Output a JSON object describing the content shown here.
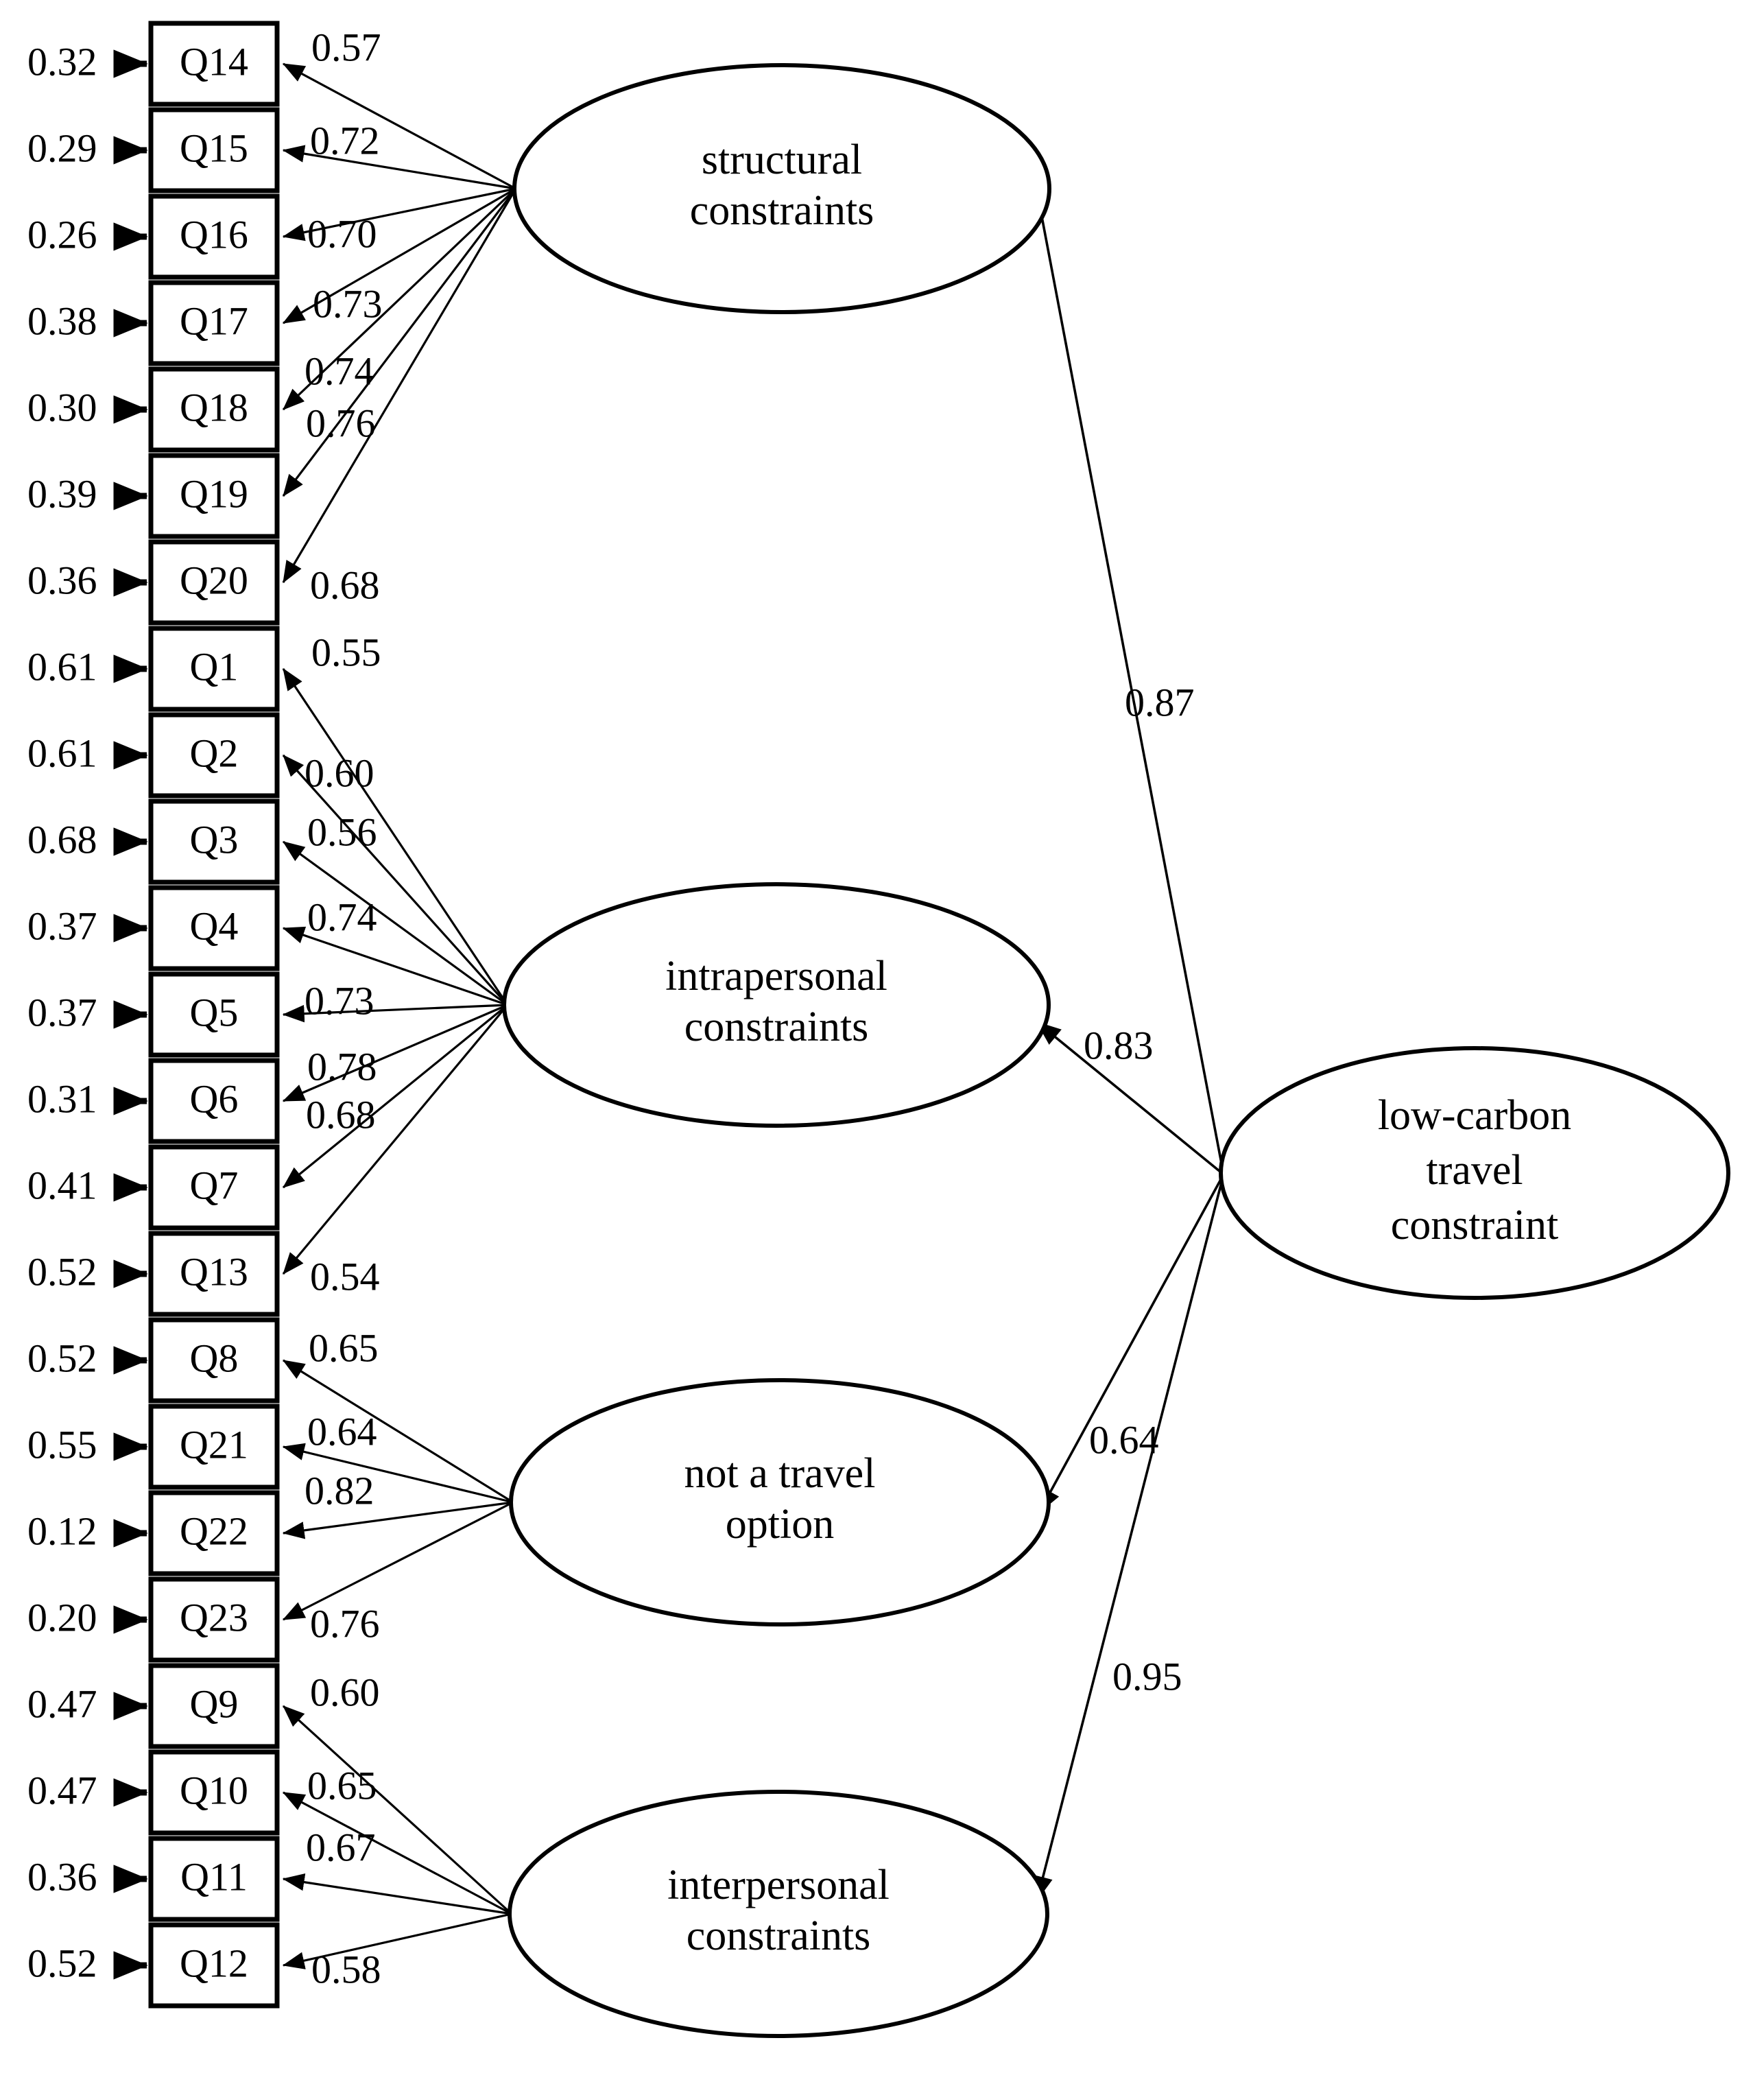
{
  "diagram": {
    "title": "Second-order confirmatory factor model of low-carbon travel constraints",
    "type": "sem-path-diagram",
    "line_color": "#000000",
    "shape_fill": "#ffffff"
  },
  "indicators": [
    {
      "id": "Q14",
      "error": "0.32",
      "loading": "0.57",
      "factor": "structural"
    },
    {
      "id": "Q15",
      "error": "0.29",
      "loading": "0.72",
      "factor": "structural"
    },
    {
      "id": "Q16",
      "error": "0.26",
      "loading": "0.70",
      "factor": "structural"
    },
    {
      "id": "Q17",
      "error": "0.38",
      "loading": "0.73",
      "factor": "structural"
    },
    {
      "id": "Q18",
      "error": "0.30",
      "loading": "0.74",
      "factor": "structural"
    },
    {
      "id": "Q19",
      "error": "0.39",
      "loading": "0.76",
      "factor": "structural"
    },
    {
      "id": "Q20",
      "error": "0.36",
      "loading": "0.68",
      "factor": "structural"
    },
    {
      "id": "Q1",
      "error": "0.61",
      "loading": "0.55",
      "factor": "intrapersonal"
    },
    {
      "id": "Q2",
      "error": "0.61",
      "loading": "0.60",
      "factor": "intrapersonal"
    },
    {
      "id": "Q3",
      "error": "0.68",
      "loading": "0.56",
      "factor": "intrapersonal"
    },
    {
      "id": "Q4",
      "error": "0.37",
      "loading": "0.74",
      "factor": "intrapersonal"
    },
    {
      "id": "Q5",
      "error": "0.37",
      "loading": "0.73",
      "factor": "intrapersonal"
    },
    {
      "id": "Q6",
      "error": "0.31",
      "loading": "0.78",
      "factor": "intrapersonal"
    },
    {
      "id": "Q7",
      "error": "0.41",
      "loading": "0.68",
      "factor": "intrapersonal"
    },
    {
      "id": "Q13",
      "error": "0.52",
      "loading": "0.54",
      "factor": "intrapersonal"
    },
    {
      "id": "Q8",
      "error": "0.52",
      "loading": "0.65",
      "factor": "not_a_travel_option"
    },
    {
      "id": "Q21",
      "error": "0.55",
      "loading": "0.64",
      "factor": "not_a_travel_option"
    },
    {
      "id": "Q22",
      "error": "0.12",
      "loading": "0.82",
      "factor": "not_a_travel_option"
    },
    {
      "id": "Q23",
      "error": "0.20",
      "loading": "0.76",
      "factor": "not_a_travel_option"
    },
    {
      "id": "Q9",
      "error": "0.47",
      "loading": "0.60",
      "factor": "interpersonal"
    },
    {
      "id": "Q10",
      "error": "0.47",
      "loading": "0.65",
      "factor": "interpersonal"
    },
    {
      "id": "Q11",
      "error": "0.36",
      "loading": "0.67",
      "factor": "interpersonal"
    },
    {
      "id": "Q12",
      "error": "0.52",
      "loading": "0.58",
      "factor": "interpersonal"
    }
  ],
  "factors": [
    {
      "key": "structural",
      "line1": "structural",
      "line2": "constraints",
      "path_to_second_order": "0.87"
    },
    {
      "key": "intrapersonal",
      "line1": "intrapersonal",
      "line2": "constraints",
      "path_to_second_order": "0.83"
    },
    {
      "key": "not_a_travel_option",
      "line1": "not a travel",
      "line2": "option",
      "path_to_second_order": "0.64"
    },
    {
      "key": "interpersonal",
      "line1": "interpersonal",
      "line2": "constraints",
      "path_to_second_order": "0.95"
    }
  ],
  "second_order_factor": {
    "key": "low_carbon_travel_constraint",
    "line1": "low-carbon",
    "line2": "travel",
    "line3": "constraint"
  },
  "chart_data": {
    "type": "diagram",
    "title": "Second-order CFA: low-carbon travel constraint",
    "nodes": {
      "latent_second_order": [
        "low-carbon travel constraint"
      ],
      "latent_first_order": [
        "structural constraints",
        "intrapersonal constraints",
        "not a travel option",
        "interpersonal constraints"
      ],
      "observed": [
        "Q14",
        "Q15",
        "Q16",
        "Q17",
        "Q18",
        "Q19",
        "Q20",
        "Q1",
        "Q2",
        "Q3",
        "Q4",
        "Q5",
        "Q6",
        "Q7",
        "Q13",
        "Q8",
        "Q21",
        "Q22",
        "Q23",
        "Q9",
        "Q10",
        "Q11",
        "Q12"
      ]
    },
    "structural_paths": [
      {
        "from": "low-carbon travel constraint",
        "to": "structural constraints",
        "estimate": 0.87
      },
      {
        "from": "low-carbon travel constraint",
        "to": "intrapersonal constraints",
        "estimate": 0.83
      },
      {
        "from": "low-carbon travel constraint",
        "to": "not a travel option",
        "estimate": 0.64
      },
      {
        "from": "low-carbon travel constraint",
        "to": "interpersonal constraints",
        "estimate": 0.95
      }
    ],
    "measurement_paths": [
      {
        "from": "structural constraints",
        "to": "Q14",
        "loading": 0.57,
        "error_variance": 0.32
      },
      {
        "from": "structural constraints",
        "to": "Q15",
        "loading": 0.72,
        "error_variance": 0.29
      },
      {
        "from": "structural constraints",
        "to": "Q16",
        "loading": 0.7,
        "error_variance": 0.26
      },
      {
        "from": "structural constraints",
        "to": "Q17",
        "loading": 0.73,
        "error_variance": 0.38
      },
      {
        "from": "structural constraints",
        "to": "Q18",
        "loading": 0.74,
        "error_variance": 0.3
      },
      {
        "from": "structural constraints",
        "to": "Q19",
        "loading": 0.76,
        "error_variance": 0.39
      },
      {
        "from": "structural constraints",
        "to": "Q20",
        "loading": 0.68,
        "error_variance": 0.36
      },
      {
        "from": "intrapersonal constraints",
        "to": "Q1",
        "loading": 0.55,
        "error_variance": 0.61
      },
      {
        "from": "intrapersonal constraints",
        "to": "Q2",
        "loading": 0.6,
        "error_variance": 0.61
      },
      {
        "from": "intrapersonal constraints",
        "to": "Q3",
        "loading": 0.56,
        "error_variance": 0.68
      },
      {
        "from": "intrapersonal constraints",
        "to": "Q4",
        "loading": 0.74,
        "error_variance": 0.37
      },
      {
        "from": "intrapersonal constraints",
        "to": "Q5",
        "loading": 0.73,
        "error_variance": 0.37
      },
      {
        "from": "intrapersonal constraints",
        "to": "Q6",
        "loading": 0.78,
        "error_variance": 0.31
      },
      {
        "from": "intrapersonal constraints",
        "to": "Q7",
        "loading": 0.68,
        "error_variance": 0.41
      },
      {
        "from": "intrapersonal constraints",
        "to": "Q13",
        "loading": 0.54,
        "error_variance": 0.52
      },
      {
        "from": "not a travel option",
        "to": "Q8",
        "loading": 0.65,
        "error_variance": 0.52
      },
      {
        "from": "not a travel option",
        "to": "Q21",
        "loading": 0.64,
        "error_variance": 0.55
      },
      {
        "from": "not a travel option",
        "to": "Q22",
        "loading": 0.82,
        "error_variance": 0.12
      },
      {
        "from": "not a travel option",
        "to": "Q23",
        "loading": 0.76,
        "error_variance": 0.2
      },
      {
        "from": "interpersonal constraints",
        "to": "Q9",
        "loading": 0.6,
        "error_variance": 0.47
      },
      {
        "from": "interpersonal constraints",
        "to": "Q10",
        "loading": 0.65,
        "error_variance": 0.47
      },
      {
        "from": "interpersonal constraints",
        "to": "Q11",
        "loading": 0.67,
        "error_variance": 0.36
      },
      {
        "from": "interpersonal constraints",
        "to": "Q12",
        "loading": 0.58,
        "error_variance": 0.52
      }
    ]
  }
}
